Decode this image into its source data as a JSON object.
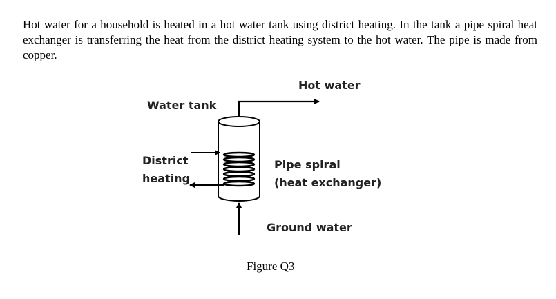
{
  "question_text": "Hot water for a household is heated in a hot water tank using district heating. In the tank a pipe spiral heat exchanger is transferring the heat from the district heating system to the hot water. The pipe is made from copper.",
  "diagram": {
    "labels": {
      "hot_water": "Hot water",
      "water_tank": "Water tank",
      "district_heating_line1": "District",
      "district_heating_line2": "heating",
      "pipe_spiral_line1": "Pipe spiral",
      "pipe_spiral_line2": "(heat exchanger)",
      "ground_water": "Ground water"
    }
  },
  "caption": "Figure Q3"
}
